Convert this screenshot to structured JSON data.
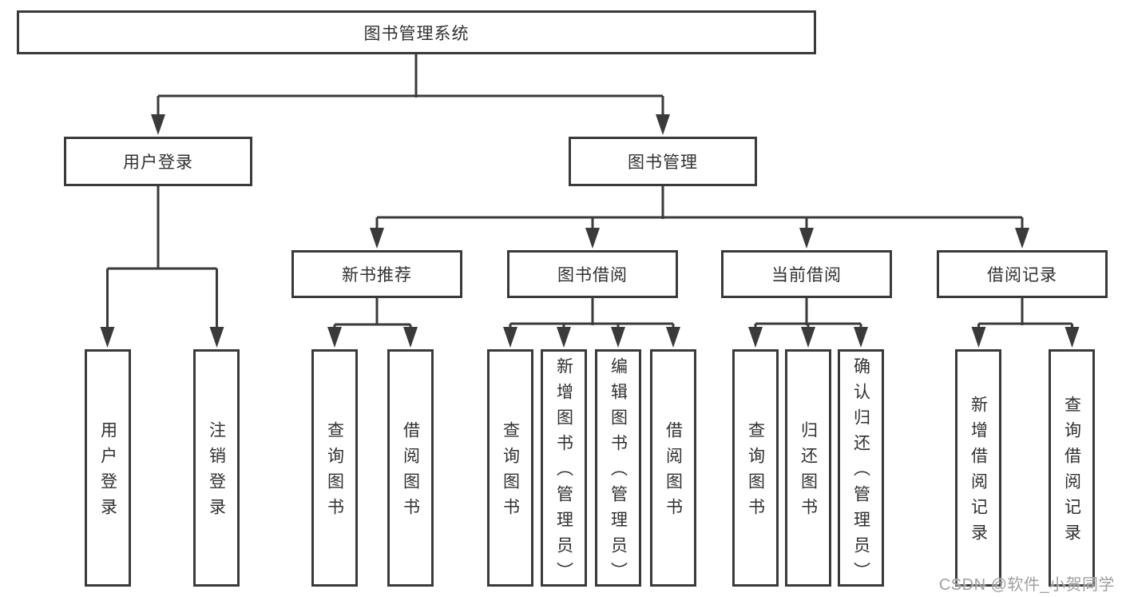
{
  "diagram": {
    "root": {
      "label": "图书管理系统"
    },
    "branches": {
      "user_login": {
        "label": "用户登录"
      },
      "book_management": {
        "label": "图书管理"
      }
    },
    "modules": {
      "new_book_recommend": {
        "label": "新书推荐"
      },
      "book_borrow": {
        "label": "图书借阅"
      },
      "current_borrow": {
        "label": "当前借阅"
      },
      "borrow_record": {
        "label": "借阅记录"
      }
    },
    "leaves": {
      "user_login": [
        "用户登录",
        "注销登录"
      ],
      "new_book_recommend": [
        "查询图书",
        "借阅图书"
      ],
      "book_borrow": [
        "查询图书",
        "新增图书（管理员）",
        "编辑图书（管理员）",
        "借阅图书"
      ],
      "current_borrow": [
        "查询图书",
        "归还图书",
        "确认归还（管理员）"
      ],
      "borrow_record": [
        "新增借阅记录",
        "查询借阅记录"
      ]
    }
  },
  "watermark": {
    "text": "CSDN @软件_小贺同学"
  },
  "colors": {
    "line": "#3a3a3a",
    "text": "#303030",
    "box_fill": "#ffffff",
    "watermark": "#9f9f9f",
    "background": "#ffffff"
  }
}
